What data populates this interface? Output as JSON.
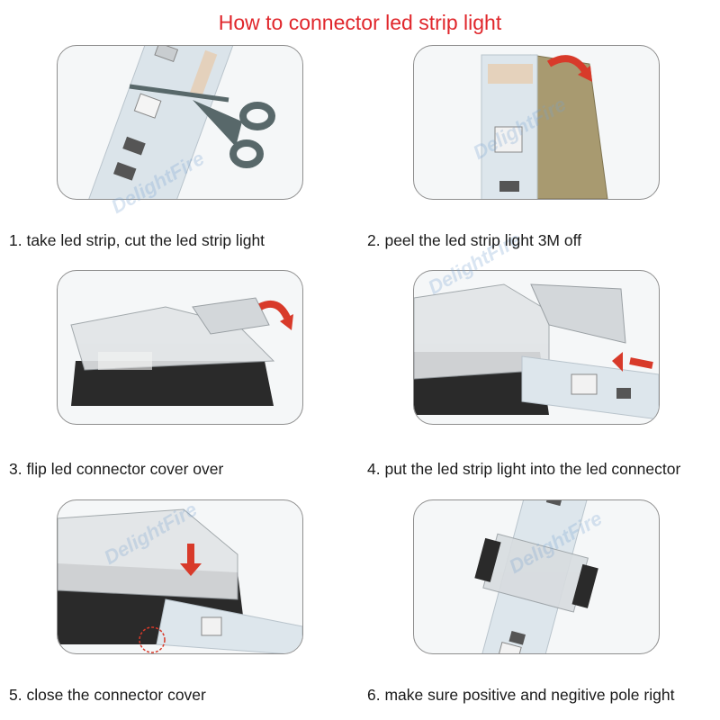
{
  "title": "How to connector led strip light",
  "watermark": "DelightFire",
  "steps": [
    {
      "caption": "1. take led strip, cut the led strip light",
      "icon": "scissors-cut-icon"
    },
    {
      "caption": "2. peel the led strip light 3M off",
      "icon": "peel-tape-icon"
    },
    {
      "caption": "3. flip led connector cover over",
      "icon": "flip-cover-icon"
    },
    {
      "caption": "4. put the led strip light into the led connector",
      "icon": "insert-strip-icon"
    },
    {
      "caption": "5. close the connector cover",
      "icon": "close-cover-icon"
    },
    {
      "caption": "6. make sure positive and negitive pole right",
      "icon": "connected-strip-icon"
    }
  ],
  "colors": {
    "title": "#e0262b",
    "arrow": "#d83a2a",
    "strip": "#dde6ec",
    "connector": "#2a2a2a"
  }
}
